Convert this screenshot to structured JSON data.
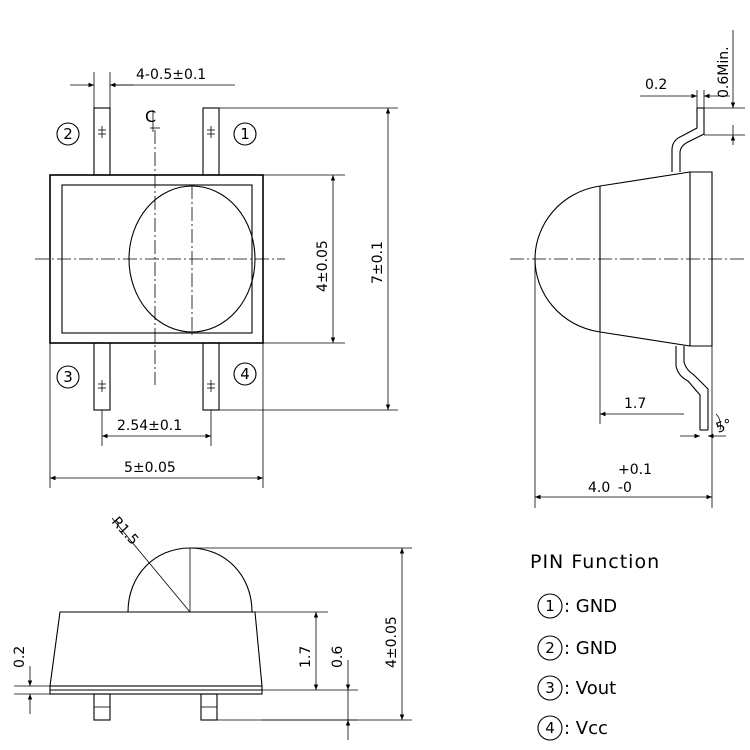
{
  "top_view": {
    "lead_width": "4-0.5±0.1",
    "centerline_mark": "CL",
    "pin_labels": [
      "2",
      "1",
      "3",
      "4"
    ],
    "body_height": "4±0.05",
    "total_height": "7±0.1",
    "pitch": "2.54±0.1",
    "body_width": "5±0.05"
  },
  "side_view": {
    "lead_thickness": "0.2",
    "lead_length": "0.6Min.",
    "lens_offset": "1.7",
    "bend_angle": "5°",
    "length_value": "4.0",
    "length_tol_plus": "+0.1",
    "length_tol_minus": "-0"
  },
  "front_view": {
    "radius": "R1.5",
    "lead_thickness": "0.2",
    "lens_base_height": "1.7",
    "body_height": "0.6",
    "total_height": "4±0.05"
  },
  "pin_function": {
    "title": "PIN Function",
    "rows": [
      {
        "num": "1",
        "label": ": GND"
      },
      {
        "num": "2",
        "label": ": GND"
      },
      {
        "num": "3",
        "label": ": Vout"
      },
      {
        "num": "4",
        "label": ": Vcc"
      }
    ]
  }
}
